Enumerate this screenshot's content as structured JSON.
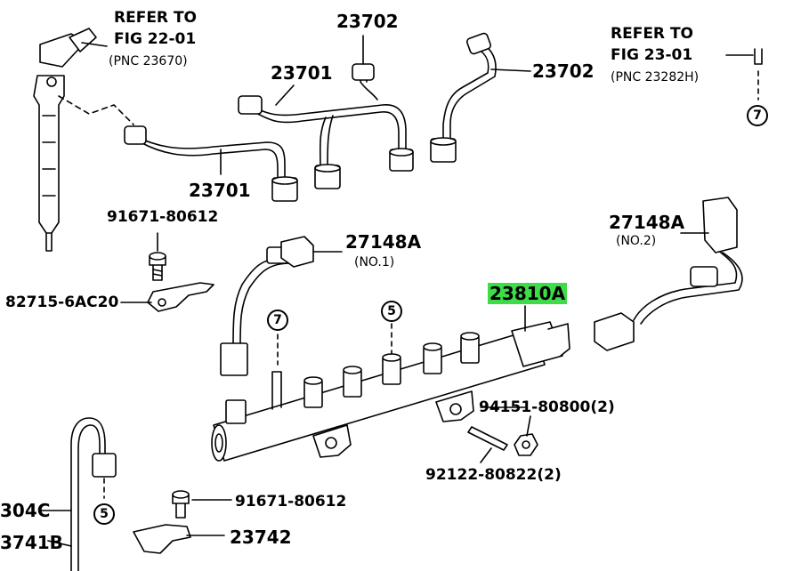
{
  "labels": {
    "ref_fig_22_01": {
      "line1": "REFER TO",
      "line2": "FIG 22-01",
      "line3": "(PNC 23670)"
    },
    "ref_fig_23_01": {
      "line1": "REFER TO",
      "line2": "FIG 23-01",
      "line3": "(PNC 23282H)"
    },
    "p23702_top": "23702",
    "p23702_right": "23702",
    "p23701_top": "23701",
    "p23701_bottom": "23701",
    "p91671_top": "91671-80612",
    "p27148a_no1": "27148A",
    "p27148a_no1_sub": "(NO.1)",
    "p27148a_no2": "27148A",
    "p27148a_no2_sub": "(NO.2)",
    "p82715": "82715-6AC20",
    "p23810a": "23810A",
    "p94151": "94151-80800(2)",
    "p92122": "92122-80822(2)",
    "p91671_bottom": "91671-80612",
    "p23742": "23742",
    "p304c": "304C",
    "p3741b": "3741B"
  },
  "callouts": {
    "c7_top": "7",
    "c7_mid": "7",
    "c5_mid": "5",
    "c5_low": "5"
  },
  "colors": {
    "highlight": "#3ddc48",
    "line": "#000000"
  }
}
